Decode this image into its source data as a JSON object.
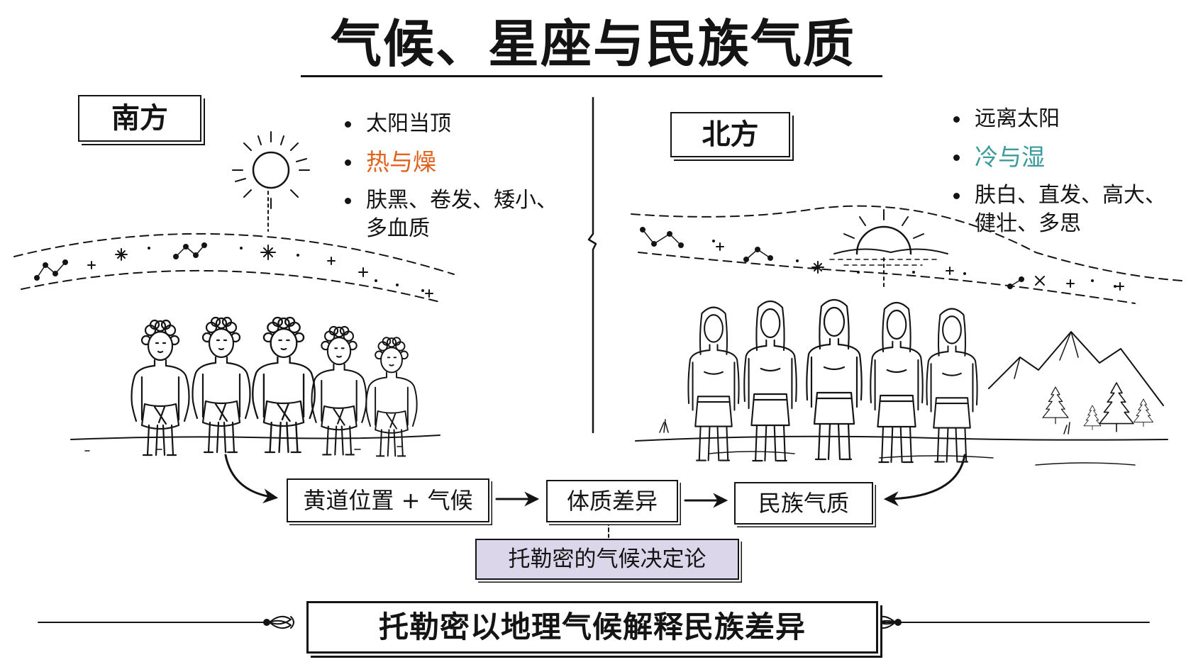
{
  "title": "气候、星座与民族气质",
  "south": {
    "label": "南方",
    "bullets": [
      "太阳当顶",
      "热与燥",
      "肤黑、卷发、矮小、",
      "多血质"
    ]
  },
  "north": {
    "label": "北方",
    "bullets": [
      "远离太阳",
      "冷与湿",
      "肤白、直发、高大、",
      "健壮、多思"
    ]
  },
  "flow": {
    "step1": "黄道位置 + 气候",
    "step2": "体质差异",
    "step3": "民族气质",
    "theory": "托勒密的气候决定论"
  },
  "banner": "托勒密以地理气候解释民族差异",
  "colors": {
    "ink": "#141414",
    "hot": "#e0621c",
    "cold": "#3b9a9a",
    "theory_fill": "#dcd6ea"
  }
}
